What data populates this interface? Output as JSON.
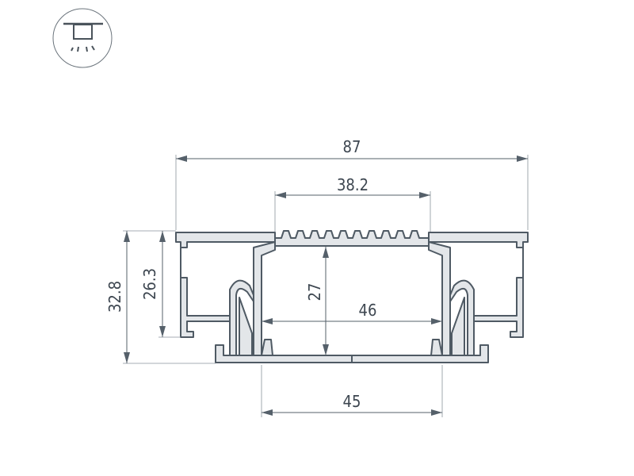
{
  "icon": {
    "name": "recessed-downlight-icon"
  },
  "dimensions": {
    "overall_width": "87",
    "channel_top_width": "38.2",
    "overall_height": "32.8",
    "frame_height": "26.3",
    "inner_height": "27",
    "inner_width": "46",
    "opening_width": "45"
  },
  "colors": {
    "outline": "#4f5a64",
    "fill": "#e3e6e9",
    "dimension": "#55606a"
  }
}
